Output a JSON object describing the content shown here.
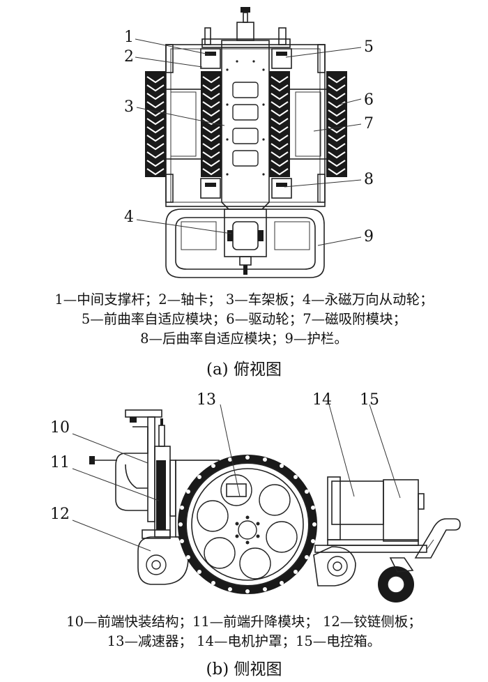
{
  "top_view": {
    "callouts": [
      "1",
      "2",
      "3",
      "4",
      "5",
      "6",
      "7",
      "8",
      "9"
    ],
    "legend_lines": [
      "1—中间支撑杆；2—轴卡； 3—车架板；4—永磁万向从动轮；",
      "5—前曲率自适应模块；6—驱动轮；7—磁吸附模块；",
      "8—后曲率自适应模块；9—护栏。"
    ],
    "caption": "(a)  俯视图"
  },
  "side_view": {
    "callouts": [
      "10",
      "11",
      "12",
      "13",
      "14",
      "15"
    ],
    "legend_lines": [
      "10—前端快装结构；11—前端升降模块； 12—铰链侧板；",
      "13—减速器； 14—电机护罩；15—电控箱。"
    ],
    "caption": "(b)  侧视图"
  }
}
